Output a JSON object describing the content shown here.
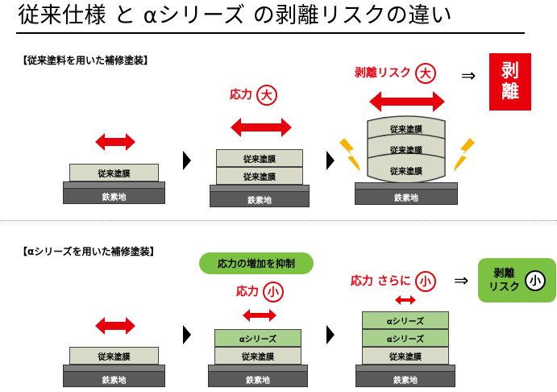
{
  "title": "従来仕様 と αシリーズ の剥離リスクの違い",
  "top_section": {
    "label": "【従来塗料を用いた補修塗装】",
    "coat_label": "従来塗膜",
    "base_label": "鉄素地",
    "stress_label": "応力",
    "stress_size": "大",
    "risk_label": "剥離リスク",
    "risk_size": "大",
    "arrow": "⇒",
    "result_line1": "剥",
    "result_line2": "離"
  },
  "bottom_section": {
    "label": "【αシリーズを用いた補修塗装】",
    "coat_label": "従来塗膜",
    "alpha_label": "αシリーズ",
    "base_label": "鉄素地",
    "suppress_label": "応力の増加を抑制",
    "stress_label": "応力",
    "stress_size": "小",
    "stress2_label": "応力 さらに",
    "stress2_size": "小",
    "arrow": "⇒",
    "result_line1": "剥離",
    "result_line2": "リスク",
    "result_size": "小"
  },
  "colors": {
    "red": "#e8000b",
    "green": "#7cc242",
    "coat": "#d9d9c8",
    "alpha": "#a9d18e",
    "base": "#5a5a5a"
  }
}
